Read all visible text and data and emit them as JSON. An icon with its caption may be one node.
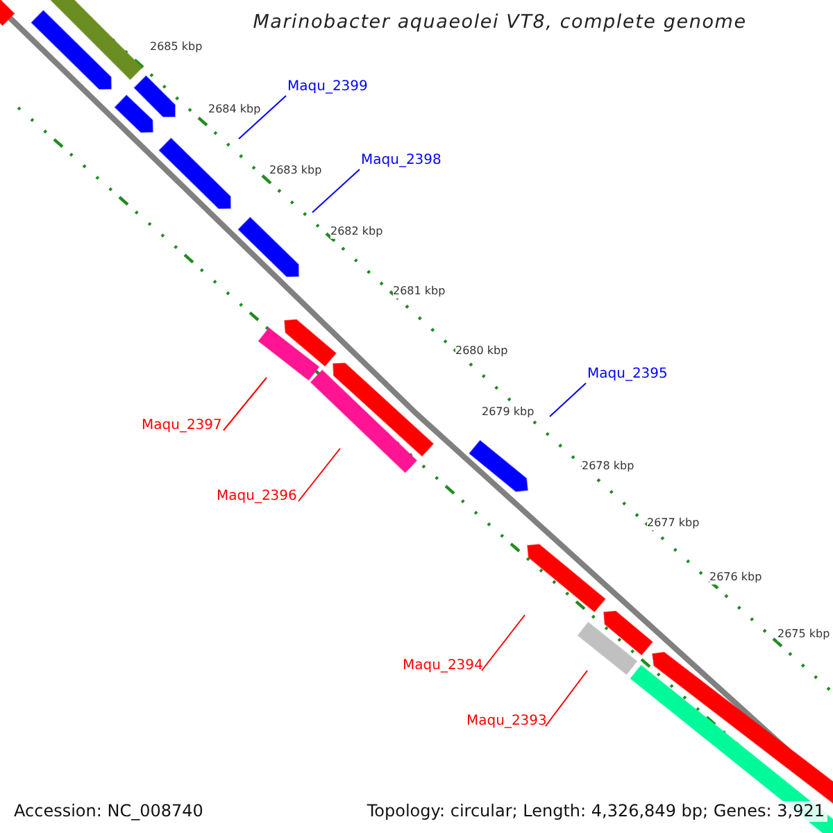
{
  "diagram": {
    "title": "Marinobacter aquaeolei VT8, complete genome",
    "nodes": [
      {
        "text": [
          "Maqu_2399"
        ]
      },
      {
        "text": [
          "Maqu_2398"
        ]
      },
      {
        "text": [
          "Maqu_2395"
        ]
      },
      {
        "text": [
          "Maqu_2397"
        ]
      },
      {
        "text": [
          "Maqu_2396"
        ]
      },
      {
        "text": [
          "Maqu_2394"
        ]
      },
      {
        "text": [
          "Maqu_2393"
        ]
      }
    ],
    "edges": [
      {
        "from": 0,
        "to": null,
        "arrow": "none",
        "color": "#0000ff"
      },
      {
        "from": 1,
        "to": null,
        "arrow": "none",
        "color": "#0000ff"
      },
      {
        "from": 2,
        "to": null,
        "arrow": "none",
        "color": "#0000ff"
      },
      {
        "from": 3,
        "to": null,
        "arrow": "none"
      },
      {
        "from": 4,
        "to": null,
        "arrow": "none"
      },
      {
        "from": 5,
        "to": null,
        "arrow": "none"
      },
      {
        "from": 6,
        "to": null,
        "arrow": "none"
      }
    ],
    "labels": [
      "2685 kbp",
      "2684 kbp",
      "2683 kbp",
      "2682 kbp",
      "2681 kbp",
      "2680 kbp",
      "2679 kbp",
      "2678 kbp",
      "2677 kbp",
      "2676 kbp",
      "2675 kbp",
      "Accession: NC_008740",
      "Topology: circular; Length: 4,326,849 bp; Genes: 3,921"
    ]
  }
}
